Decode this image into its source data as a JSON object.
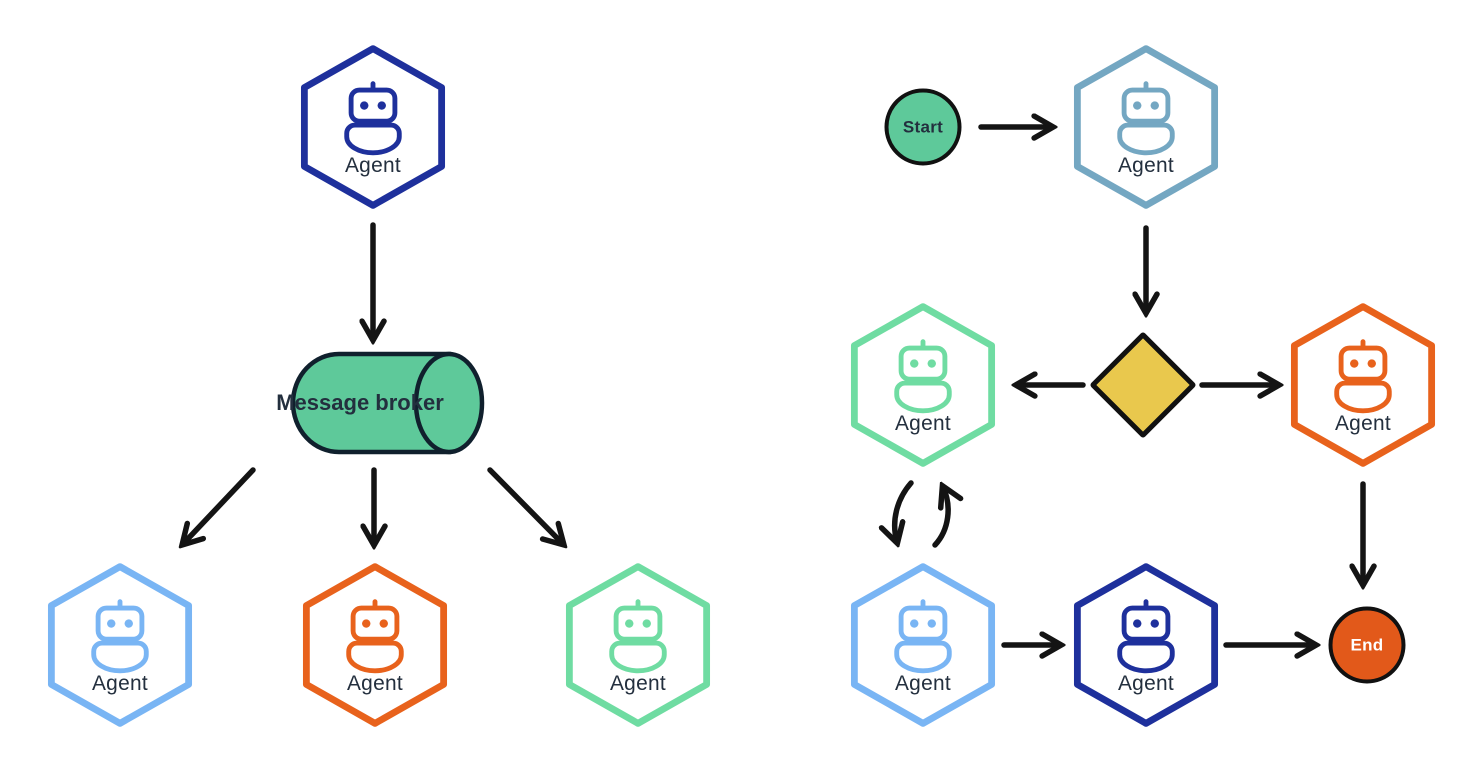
{
  "palette": {
    "background": "#FFFFFF",
    "navy": "#1E309C",
    "blue": "#79B5F4",
    "orange": "#E8621C",
    "green": "#6FDCA2",
    "teal": "#74A7C2",
    "fill_green": "#5EC99A",
    "fill_yellow": "#E9C84D",
    "fill_orange": "#E2591A",
    "arrow_black": "#141414",
    "outline_black": "#111111",
    "outline_dark": "#10202D",
    "label_dark": "#232F3E"
  },
  "left_diagram": {
    "coordinator_agent": {
      "label": "Agent",
      "color": "navy"
    },
    "message_broker": {
      "label": "Message broker",
      "color": "fill_green"
    },
    "worker_agents": [
      {
        "label": "Agent",
        "color": "blue"
      },
      {
        "label": "Agent",
        "color": "orange"
      },
      {
        "label": "Agent",
        "color": "green"
      }
    ]
  },
  "right_diagram": {
    "start": {
      "label": "Start",
      "color": "fill_green"
    },
    "entry_agent": {
      "label": "Agent",
      "color": "teal"
    },
    "decision_diamond": {
      "color": "fill_yellow"
    },
    "branch_left_agent": {
      "label": "Agent",
      "color": "green"
    },
    "branch_right_agent": {
      "label": "Agent",
      "color": "orange"
    },
    "loop_agent": {
      "label": "Agent",
      "color": "blue"
    },
    "final_agent": {
      "label": "Agent",
      "color": "navy"
    },
    "end": {
      "label": "End",
      "color": "fill_orange"
    }
  }
}
